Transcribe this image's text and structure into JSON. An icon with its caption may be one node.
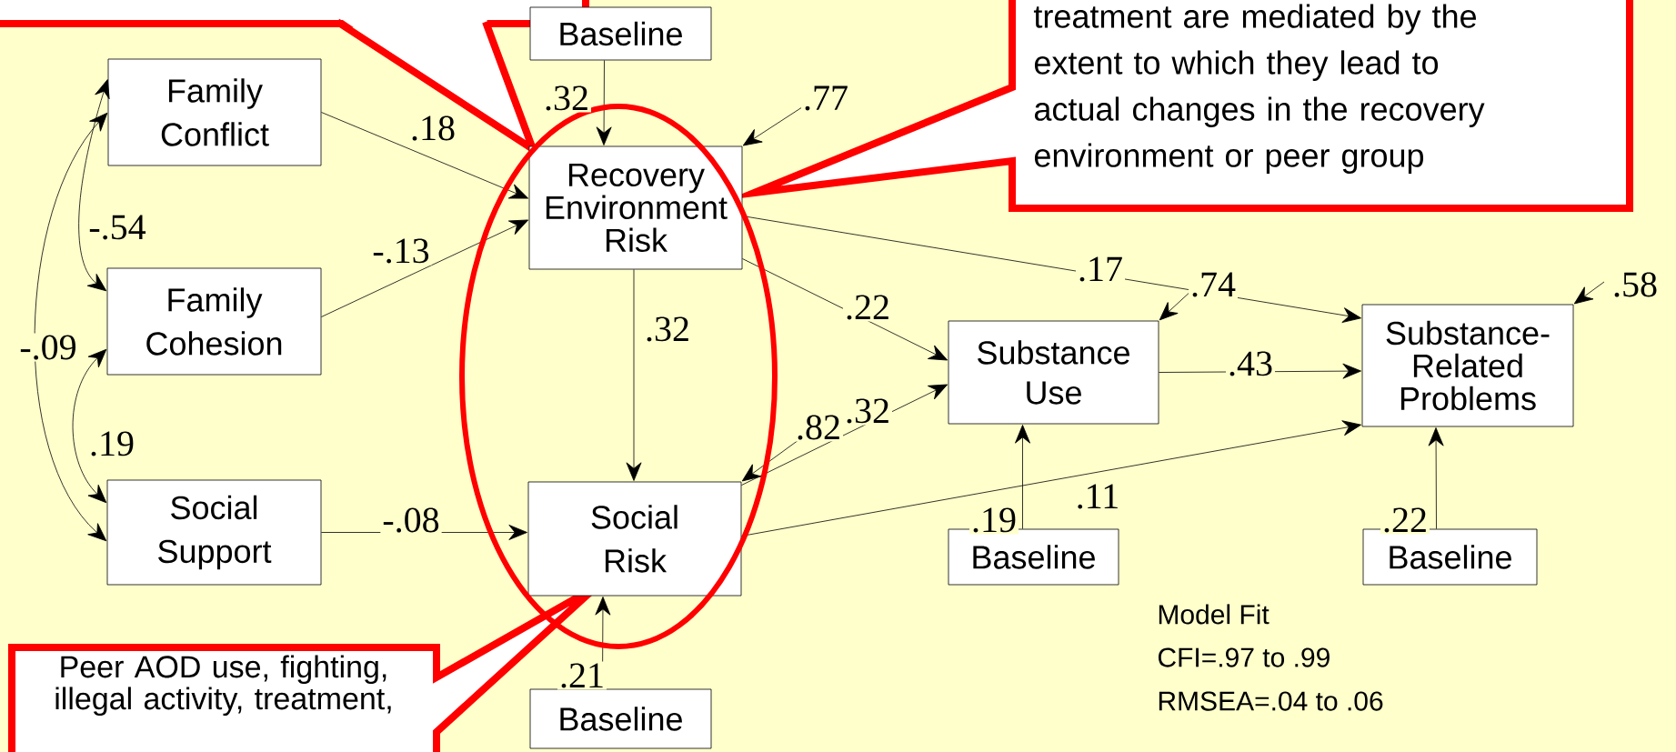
{
  "diagram": {
    "nodes": [
      {
        "text": [],
        "shape": "box"
      },
      {
        "text": [
          "Baseline"
        ]
      },
      {
        "text": [
          "treatment are mediated by the extent to which they lead to actual changes in the recovery environment or peer group"
        ]
      },
      {
        "text": [
          "Family Conflict"
        ]
      },
      {
        "text": [
          "Recovery Environment Risk"
        ]
      },
      {
        "text": [
          "Family Cohesion"
        ]
      },
      {
        "text": [
          "Substance Use"
        ]
      },
      {
        "text": [
          "Substance-Related Problems"
        ]
      },
      {
        "text": [
          "Social Support"
        ]
      },
      {
        "text": [
          "Social Risk"
        ]
      },
      {
        "text": [
          "Baseline"
        ]
      },
      {
        "text": [
          "Baseline"
        ]
      },
      {
        "text": [
          "Baseline"
        ]
      },
      {
        "text": [
          "Peer AOD use, fighting, illegal activity, treatment,"
        ]
      }
    ],
    "edges": [
      {
        "from": 3,
        "to": 4,
        "arrow": "to",
        "label": ".18"
      },
      {
        "from": 5,
        "to": 4,
        "arrow": "to",
        "label": "-.13"
      },
      {
        "from": 8,
        "to": 9,
        "arrow": "to",
        "label": "-.08"
      },
      {
        "from": 1,
        "to": 4,
        "arrow": "to",
        "label": ".32"
      },
      {
        "from": 4,
        "to": 9,
        "arrow": "to",
        "label": ".32"
      },
      {
        "from": 12,
        "to": 9,
        "arrow": "to",
        "label": ".21"
      },
      {
        "from": 4,
        "to": 6,
        "arrow": "to",
        "label": ".22"
      },
      {
        "from": 9,
        "to": 6,
        "arrow": "to",
        "label": ".32"
      },
      {
        "from": 4,
        "to": 7,
        "arrow": "to",
        "label": ".17"
      },
      {
        "from": 9,
        "to": 7,
        "arrow": "to",
        "label": ".11"
      },
      {
        "from": 6,
        "to": 7,
        "arrow": "to",
        "label": ".43"
      },
      {
        "from": 10,
        "to": 6,
        "arrow": "to",
        "label": ".19"
      },
      {
        "from": 11,
        "to": 7,
        "arrow": "to",
        "label": ".22"
      },
      {
        "from": null,
        "to": 4,
        "arrow": "to",
        "label": ".77"
      },
      {
        "from": null,
        "to": 9,
        "arrow": "to",
        "label": ".82"
      },
      {
        "from": null,
        "to": 6,
        "arrow": "to",
        "label": ".74"
      },
      {
        "from": null,
        "to": 7,
        "arrow": "to",
        "label": ".58"
      },
      {
        "from": 3,
        "to": 5,
        "arrow": "both",
        "label": "-.54"
      },
      {
        "from": 5,
        "to": 8,
        "arrow": "both",
        "label": ".19"
      },
      {
        "from": 3,
        "to": 8,
        "arrow": "both",
        "label": "-.09"
      }
    ],
    "labels": [
      "Model Fit",
      "CFI=.97 to .99",
      "RMSEA=.04 to .06"
    ]
  }
}
